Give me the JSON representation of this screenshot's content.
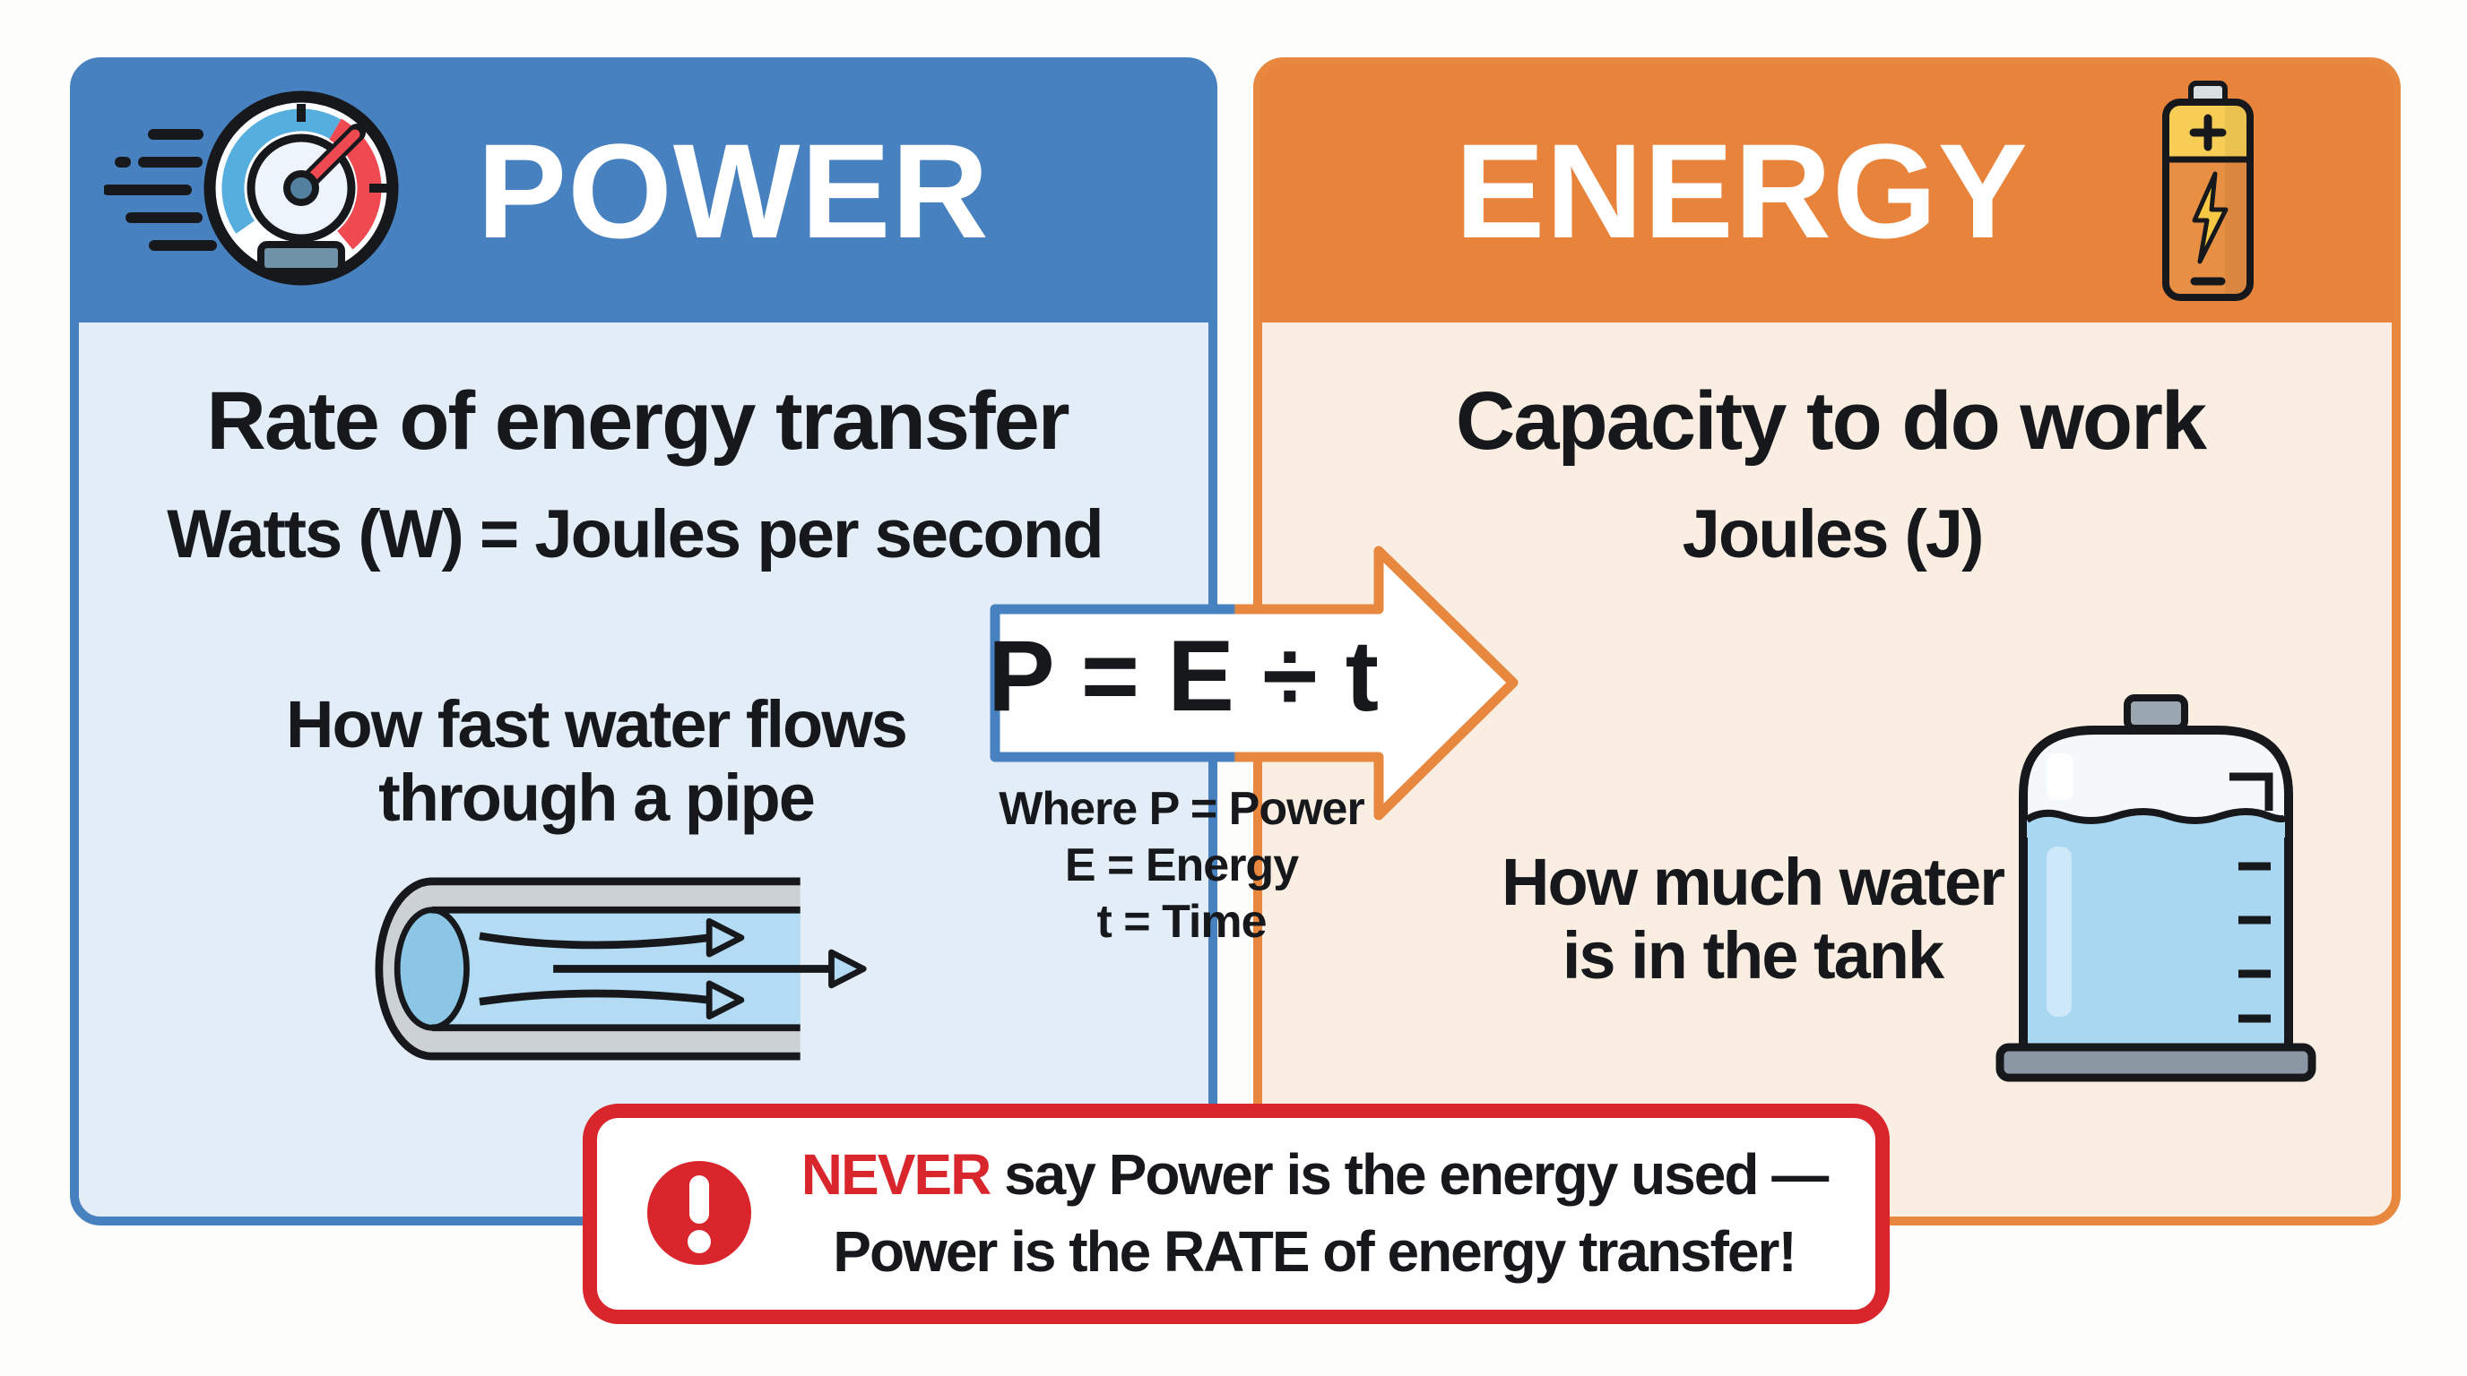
{
  "power_card": {
    "title": "POWER",
    "definition": "Rate of energy transfer",
    "unit_line": "Watts (W) = Joules per second",
    "analogy_line1": "How fast water flows",
    "analogy_line2": "through a pipe",
    "icon": "speedometer-icon"
  },
  "energy_card": {
    "title": "ENERGY",
    "definition": "Capacity to do work",
    "unit_line": "Joules (J)",
    "analogy_line1": "How much water",
    "analogy_line2": "is in the tank",
    "icon": "battery-icon"
  },
  "formula": {
    "equation": "P = E ÷ t",
    "legend_line1": "Where P = Power",
    "legend_line2": "E = Energy",
    "legend_line3": "t = Time"
  },
  "warning": {
    "emphasis": "NEVER",
    "line1_rest": " say Power is the energy used —",
    "line2": "Power is the RATE of energy transfer!"
  },
  "colors": {
    "power_header_blue": "#4781c0",
    "power_body_blue": "#e3edf8",
    "energy_header_orange": "#e8833c",
    "energy_body_peach": "#faeee2",
    "warning_red": "#d9262c",
    "text_dark": "#16181c",
    "water_blue": "#a9d6f0",
    "gauge_red": "#ef4a52",
    "gauge_blue": "#56aede",
    "battery_yellow": "#f7cd55"
  }
}
